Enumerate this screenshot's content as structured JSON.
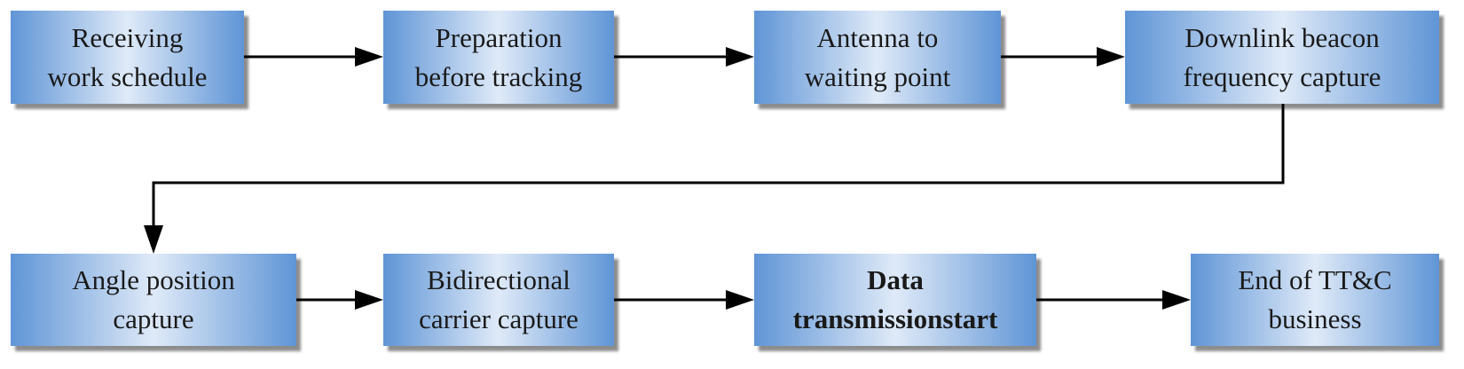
{
  "steps": [
    {
      "line1": "Receiving",
      "line2": "work schedule"
    },
    {
      "line1": "Preparation",
      "line2": "before tracking"
    },
    {
      "line1": "Antenna to",
      "line2": "waiting point"
    },
    {
      "line1": "Downlink beacon",
      "line2": "frequency capture"
    },
    {
      "line1": "Angle position",
      "line2": "capture"
    },
    {
      "line1": "Bidirectional",
      "line2": "carrier capture"
    },
    {
      "line1": "Data",
      "line2": "transmissionstart"
    },
    {
      "line1": "End of TT&C",
      "line2": "business"
    }
  ],
  "colors": {
    "box_edge": "#5f95d6",
    "box_center": "#dfeaf8",
    "arrow": "#000000"
  }
}
